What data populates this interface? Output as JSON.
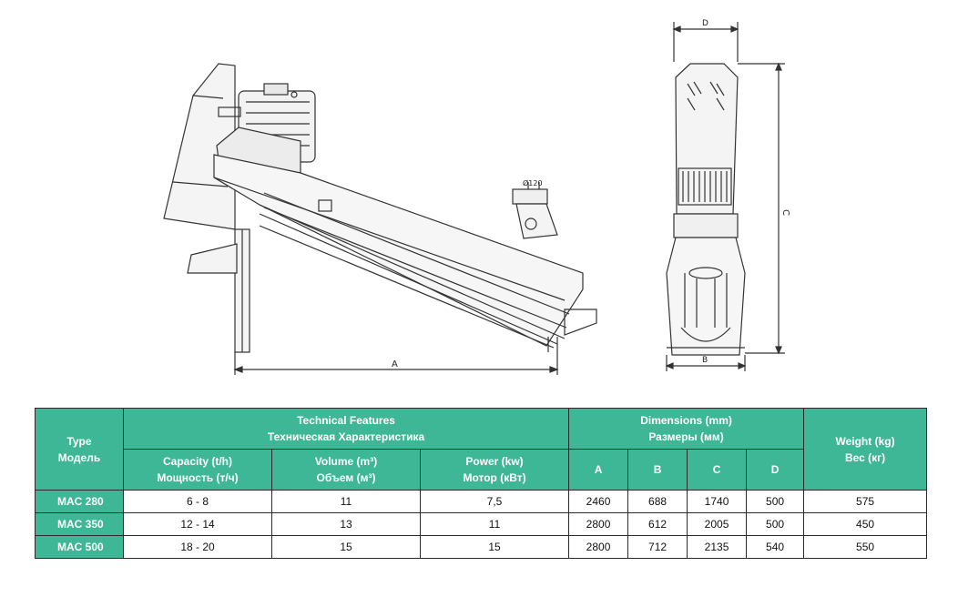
{
  "drawing": {
    "dim_labels": {
      "a": "A",
      "b": "B",
      "c": "C",
      "d": "D"
    },
    "flange_label": "Ø120"
  },
  "table": {
    "type_header": {
      "en": "Type",
      "ru": "Модель"
    },
    "tech_header": {
      "en": "Technical Features",
      "ru": "Техническая Характеристика"
    },
    "dim_header": {
      "en": "Dimensions (mm)",
      "ru": "Размеры (мм)"
    },
    "weight_header": {
      "en": "Weight (kg)",
      "ru": "Вес (кг)"
    },
    "sub_headers": [
      {
        "en": "Capacity (t/h)",
        "ru": "Мощность (т/ч)"
      },
      {
        "en": "Volume (m³)",
        "ru": "Объем (м³)"
      },
      {
        "en": "Power (kw)",
        "ru": "Мотор (кВт)"
      }
    ],
    "dim_cols": [
      "A",
      "B",
      "C",
      "D"
    ],
    "rows": [
      {
        "model": "MAC 280",
        "capacity": "6 - 8",
        "volume": "11",
        "power": "7,5",
        "a": "2460",
        "b": "688",
        "c": "1740",
        "d": "500",
        "weight": "575"
      },
      {
        "model": "MAC 350",
        "capacity": "12 - 14",
        "volume": "13",
        "power": "11",
        "a": "2800",
        "b": "612",
        "c": "2005",
        "d": "500",
        "weight": "450"
      },
      {
        "model": "MAC 500",
        "capacity": "18 - 20",
        "volume": "15",
        "power": "15",
        "a": "2800",
        "b": "712",
        "c": "2135",
        "d": "540",
        "weight": "550"
      }
    ]
  }
}
